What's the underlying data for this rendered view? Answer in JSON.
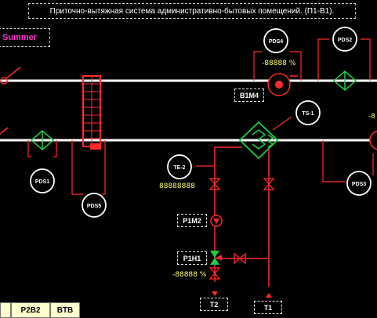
{
  "title": "Приточно-вытяжная система административно-бытовых помещений. (П1-В1).",
  "mode": "Summer",
  "sensors": {
    "pds1": "PDS1",
    "pds2": "PDS2",
    "pds3": "PDS3",
    "pds4": "PDS4",
    "pds5": "PDS5",
    "ts1": "TS-1",
    "te2": "TE-2"
  },
  "tags": {
    "b1m4": "B1M4",
    "p1m2": "P1M2",
    "p1h1": "P1H1",
    "t2": "T2",
    "t1": "T1"
  },
  "values": {
    "b1m4_pct": "-88888 %",
    "p1h1_pct": "-88888 %",
    "te2_value": "88888888",
    "right_edge": "-8"
  },
  "tabs": {
    "p2b2": "P2B2",
    "btb": "BTB"
  },
  "colors": {
    "background": "#000000",
    "pipe": "#ff2a2a",
    "duct": "#ffffff",
    "exchanger": "#22cc44",
    "value": "#ffff66",
    "mode": "#ff33cc"
  }
}
